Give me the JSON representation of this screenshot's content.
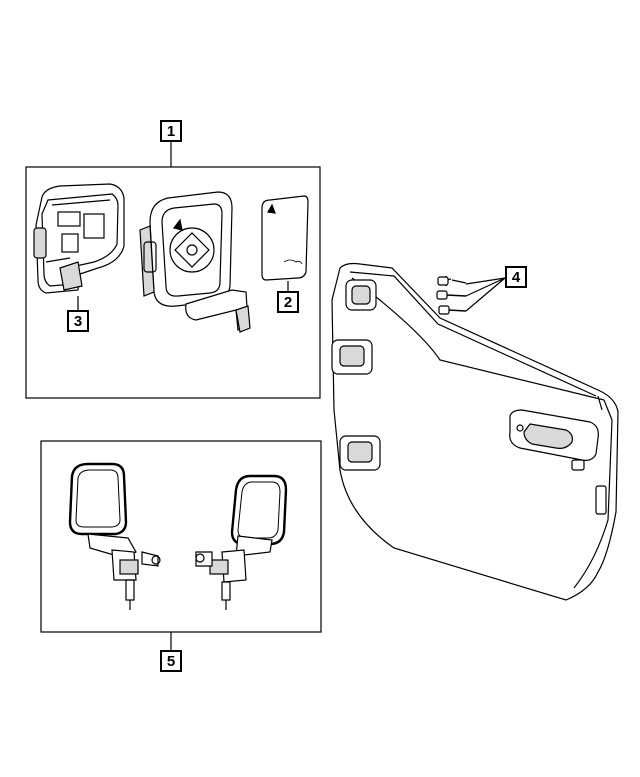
{
  "callouts": [
    {
      "id": "1",
      "label": "1"
    },
    {
      "id": "2",
      "label": "2"
    },
    {
      "id": "3",
      "label": "3"
    },
    {
      "id": "4",
      "label": "4"
    },
    {
      "id": "5",
      "label": "5"
    }
  ],
  "colors": {
    "line": "#000000",
    "background": "#ffffff",
    "shade": "#d9d9d9"
  }
}
